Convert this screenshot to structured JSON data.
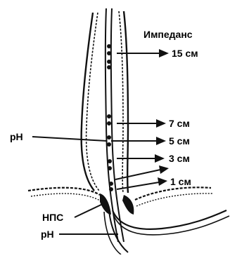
{
  "labels": {
    "title": "Импеданс",
    "d15": "15 см",
    "d7": "7 см",
    "d5": "5 см",
    "d3": "3 см",
    "d1": "1 см",
    "ph_upper": "pH",
    "nps": "НПС",
    "ph_lower": "pH"
  }
}
